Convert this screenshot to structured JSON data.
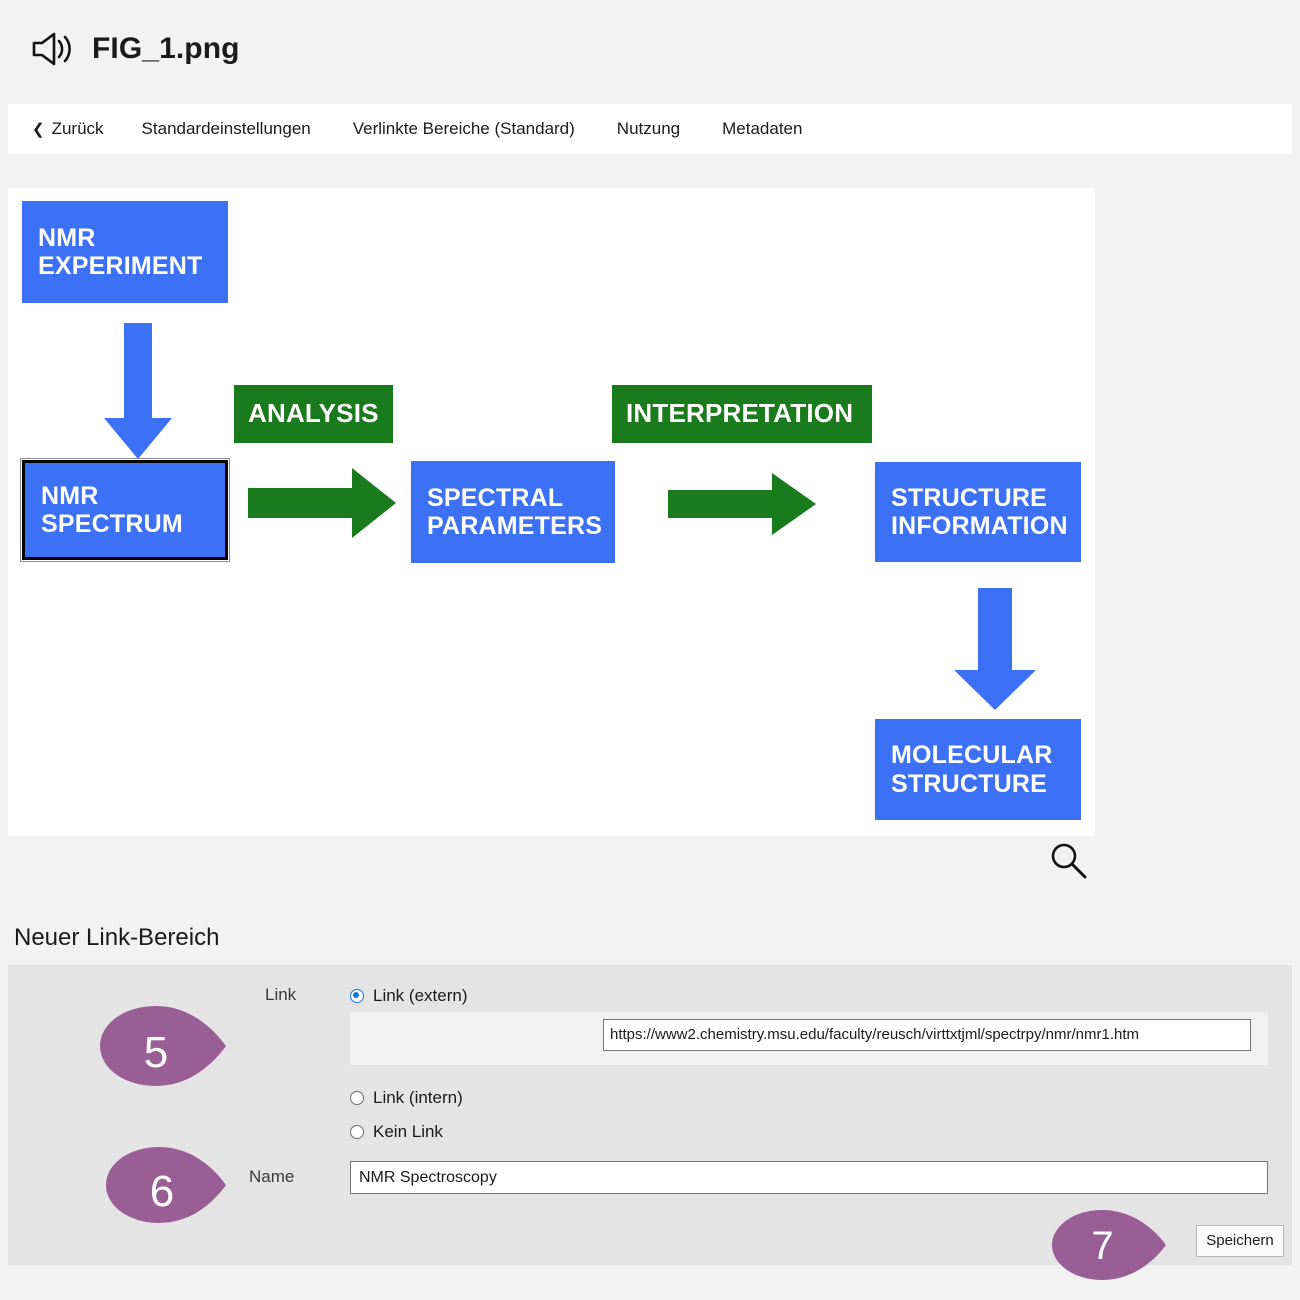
{
  "header": {
    "title": "FIG_1.png",
    "icon": "speaker-icon"
  },
  "nav": {
    "back_label": "Zurück",
    "items": [
      {
        "label": "Standardeinstellungen"
      },
      {
        "label": "Verlinkte Bereiche (Standard)"
      },
      {
        "label": "Nutzung"
      },
      {
        "label": "Metadaten"
      }
    ]
  },
  "image_panel": {
    "zoom_icon": "magnifier-icon"
  },
  "diagram": {
    "colors": {
      "blue": "#3C70F5",
      "green": "#197B1C",
      "selected_border": "#000000"
    },
    "nodes": [
      {
        "id": "nmr-experiment",
        "label": "NMR\nEXPERIMENT",
        "color": "blue",
        "selected": false
      },
      {
        "id": "nmr-spectrum",
        "label": "NMR\nSPECTRUM",
        "color": "blue",
        "selected": true
      },
      {
        "id": "analysis",
        "label": "ANALYSIS",
        "color": "green",
        "selected": false
      },
      {
        "id": "spectral-parameters",
        "label": "SPECTRAL\nPARAMETERS",
        "color": "blue",
        "selected": false
      },
      {
        "id": "interpretation",
        "label": "INTERPRETATION",
        "color": "green",
        "selected": false
      },
      {
        "id": "structure-information",
        "label": "STRUCTURE\nINFORMATION",
        "color": "blue",
        "selected": false
      },
      {
        "id": "molecular-structure",
        "label": "MOLECULAR\nSTRUCTURE",
        "color": "blue",
        "selected": false
      }
    ],
    "arrows": [
      {
        "id": "arrow-experiment-to-spectrum",
        "direction": "down",
        "color": "blue"
      },
      {
        "id": "arrow-spectrum-to-parameters",
        "direction": "right",
        "color": "green"
      },
      {
        "id": "arrow-parameters-to-structure",
        "direction": "right",
        "color": "green"
      },
      {
        "id": "arrow-structure-to-molecular",
        "direction": "down",
        "color": "blue"
      }
    ]
  },
  "section": {
    "heading": "Neuer Link-Bereich"
  },
  "form": {
    "link_label": "Link",
    "name_label": "Name",
    "radios": [
      {
        "id": "extern",
        "label": "Link (extern)",
        "checked": true
      },
      {
        "id": "intern",
        "label": "Link (intern)",
        "checked": false
      },
      {
        "id": "kein",
        "label": "Kein Link",
        "checked": false
      }
    ],
    "url_value": "https://www2.chemistry.msu.edu/faculty/reusch/virttxtjml/spectrpy/nmr/nmr1.htm",
    "name_value": "NMR Spectroscopy",
    "save_label": "Speichern"
  },
  "callouts": {
    "color": "#9A5E96",
    "items": [
      {
        "number": "5",
        "target": "link-radio-group"
      },
      {
        "number": "6",
        "target": "name-field"
      },
      {
        "number": "7",
        "target": "save-button"
      }
    ]
  }
}
